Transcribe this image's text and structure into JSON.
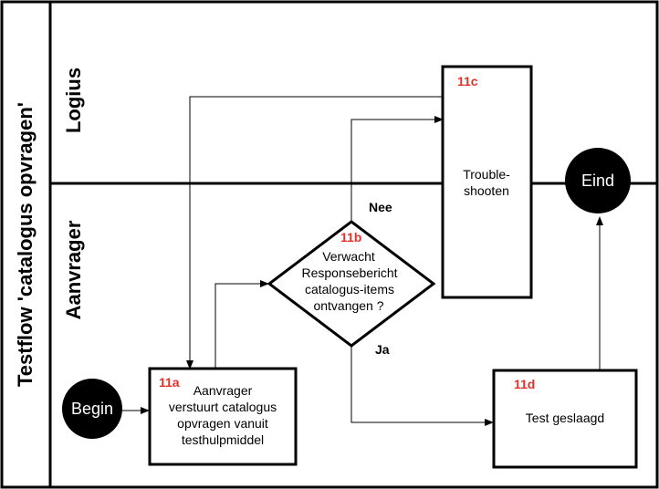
{
  "diagram": {
    "title": "Testflow 'catalogus opvragen'",
    "lanes": {
      "top": "Logius",
      "bottom": "Aanvrager"
    },
    "begin": "Begin",
    "end": "Eind",
    "step_11a": {
      "id": "11a",
      "line1": "Aanvrager",
      "line2": "verstuurt catalogus",
      "line3": "opvragen vanuit",
      "line4": "testhulpmiddel"
    },
    "step_11b": {
      "id": "11b",
      "line1": "Verwacht",
      "line2": "Responsebericht",
      "line3": "catalogus-items",
      "line4": "ontvangen ?"
    },
    "step_11c": {
      "id": "11c",
      "line1": "Trouble-",
      "line2": "shooten"
    },
    "step_11d": {
      "id": "11d",
      "line1": "Test geslaagd"
    },
    "branch_no": "Nee",
    "branch_yes": "Ja"
  }
}
